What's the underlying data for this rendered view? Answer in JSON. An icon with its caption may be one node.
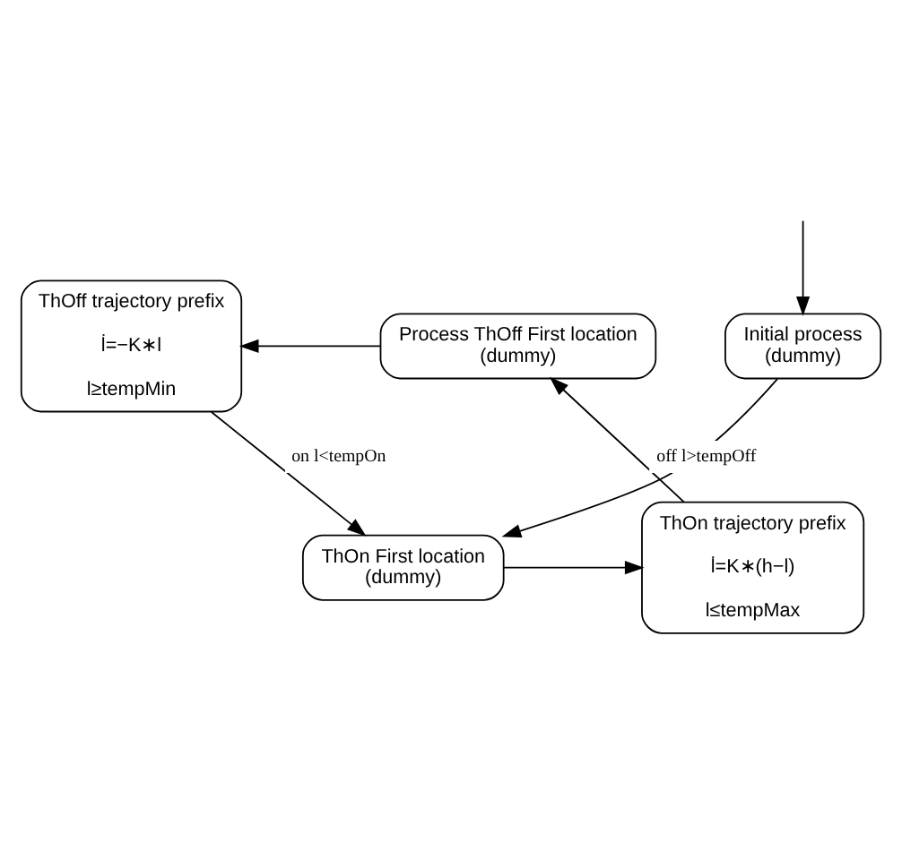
{
  "diagram": {
    "nodes": [
      {
        "text": [
          "Initial process (dummy)"
        ]
      },
      {
        "text": [
          "Process ThOff First location (dummy)"
        ]
      },
      {
        "text": [
          "ThOff trajectory prefix",
          "l̇=−K∗l",
          "l≥tempMin"
        ]
      },
      {
        "text": [
          "ThOn First location (dummy)"
        ]
      },
      {
        "text": [
          "ThOn trajectory prefix",
          "l̇=K∗(h−l)",
          "l≤tempMax"
        ]
      }
    ],
    "edges": [
      {
        "from": null,
        "to": 0,
        "arrow": "to"
      },
      {
        "from": 0,
        "to": 3,
        "arrow": "to"
      },
      {
        "from": 1,
        "to": 2,
        "arrow": "to"
      },
      {
        "from": 3,
        "to": 4,
        "arrow": "to"
      },
      {
        "from": 4,
        "to": 1,
        "arrow": "to",
        "label": "off l>tempOff"
      },
      {
        "from": 2,
        "to": 3,
        "arrow": "to",
        "label": "on l<tempOn"
      }
    ]
  }
}
